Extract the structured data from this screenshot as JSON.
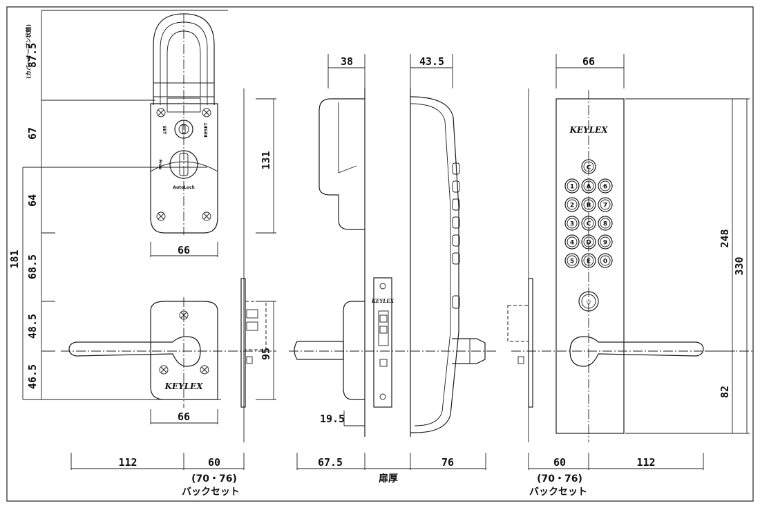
{
  "drawing": {
    "brand_logo": "KEYLEX",
    "cover_open_label": "(カバーオープン状態)",
    "front_view": {
      "left_vertical_dims": [
        "87.5",
        "67",
        "64",
        "181",
        "68.5",
        "48.5",
        "46.5"
      ],
      "height_131": "131",
      "height_95": "95",
      "width_upper": "66",
      "width_lower": "66",
      "bottom_dims": [
        "112",
        "60"
      ],
      "backset_range": "(70・76)",
      "backset_label": "バックセット",
      "cylinder_labels": {
        "set": "SET",
        "reset": "RESET",
        "free": "Free",
        "auto_lock": "AutoLock"
      }
    },
    "side_view": {
      "top_dims": [
        "38",
        "43.5"
      ],
      "dim_19_5": "19.5",
      "bottom_dims": [
        "67.5",
        "76"
      ],
      "door_thickness_label": "扉厚"
    },
    "rear_view": {
      "width_top": "66",
      "right_dims": [
        "248",
        "330",
        "82"
      ],
      "bottom_dims": [
        "60",
        "112"
      ],
      "backset_range": "(70・76)",
      "backset_label": "バックセット",
      "keypad": {
        "top_key": "C",
        "rows": [
          [
            "1",
            "A",
            "6"
          ],
          [
            "2",
            "B",
            "7"
          ],
          [
            "3",
            "C",
            "8"
          ],
          [
            "4",
            "D",
            "9"
          ],
          [
            "5",
            "E",
            "0"
          ]
        ],
        "enter_key": "▽"
      }
    }
  }
}
